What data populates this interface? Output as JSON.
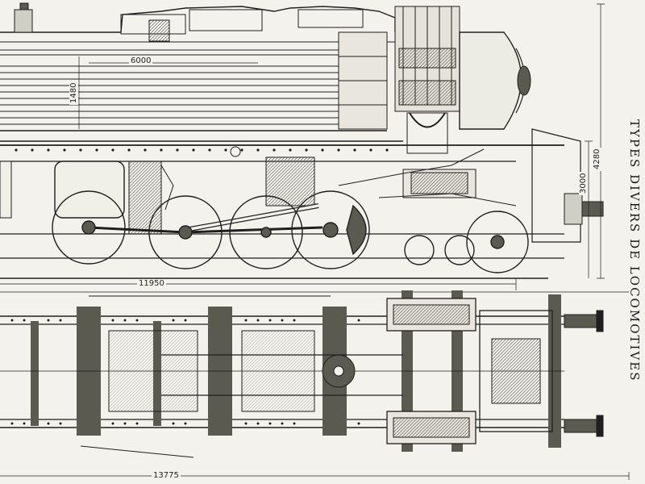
{
  "title": "TYPES DIVERS DE LOCOMOTIVES",
  "dimensions": {
    "top_length": "6000",
    "boiler_height": "1480",
    "total_height": "4280",
    "axle_height": "3000",
    "side_length": "11950",
    "plan_length": "13775"
  },
  "colors": {
    "ink": "#1f1f1f",
    "paper": "#f4f2ec",
    "fill": "#5a5a50"
  }
}
